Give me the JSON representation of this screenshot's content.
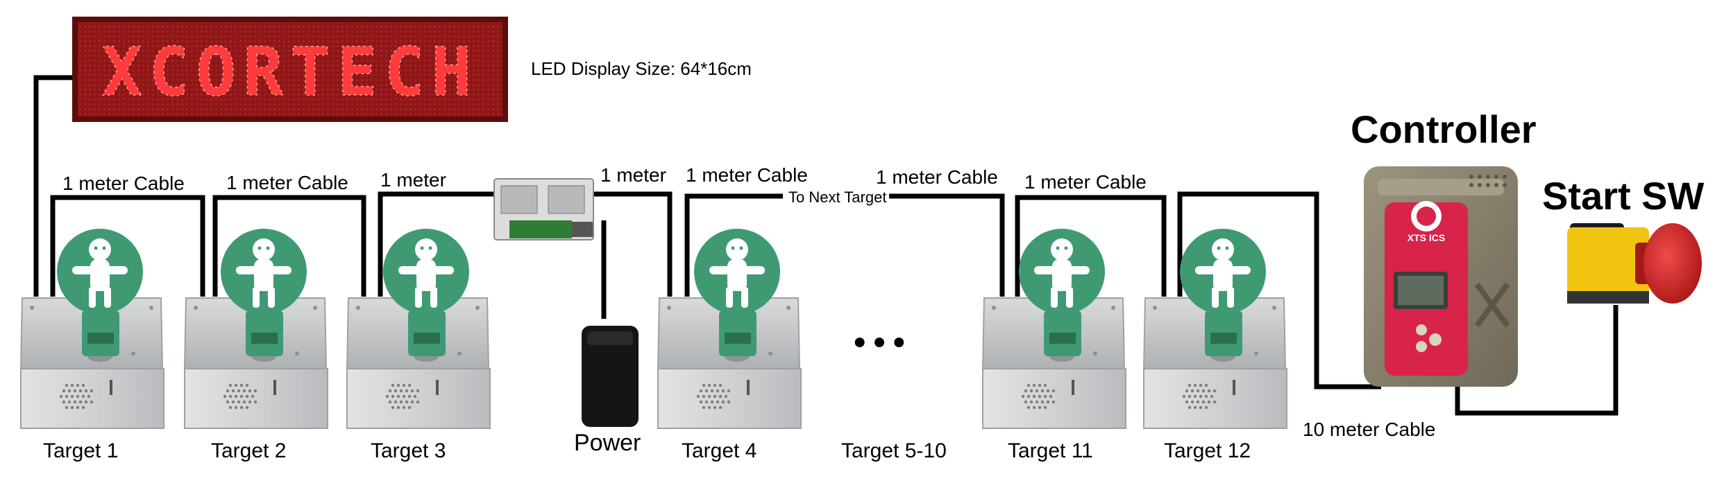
{
  "led_display": {
    "brand_text": "XCORTECH",
    "size_label": "LED Display Size: 64*16cm",
    "led_color": "#ff3b3b"
  },
  "cables": {
    "c1": "1 meter Cable",
    "c2": "1 meter Cable",
    "c3": "1 meter",
    "c4": "1 meter",
    "c5": "1 meter Cable",
    "c6": "1 meter Cable",
    "c7": "1 meter Cable",
    "to_next": "To Next Target",
    "long_cable": "10 meter Cable"
  },
  "targets": [
    {
      "label": "Target 1"
    },
    {
      "label": "Target 2"
    },
    {
      "label": "Target 3"
    },
    {
      "label": "Target 4"
    },
    {
      "label": "Target 11"
    },
    {
      "label": "Target 12"
    }
  ],
  "ellipsis_label": "Target 5-10",
  "ellipsis": "•••",
  "power_label": "Power",
  "controller": {
    "title": "Controller",
    "brand": "XTS ICS",
    "body_color": "#8a8370",
    "panel_color": "#d8234a"
  },
  "start_switch": {
    "title": "Start SW",
    "body_color": "#f1c40f",
    "button_color": "#d91e1e"
  },
  "colors": {
    "plate_green": "#3f9a74",
    "box_steel": "#c9cbcd",
    "wire": "#000000"
  }
}
